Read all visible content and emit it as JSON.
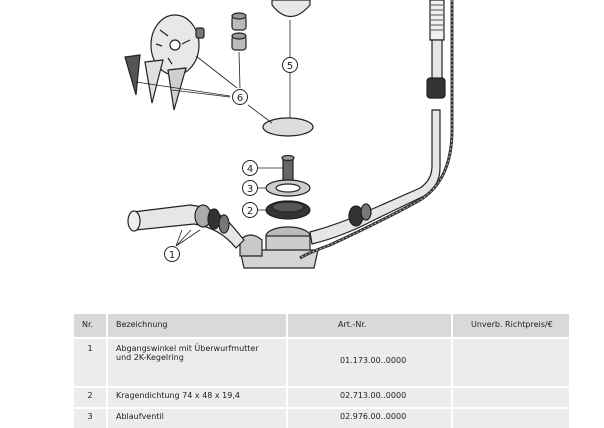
{
  "callouts": [
    "1",
    "2",
    "3",
    "4",
    "5",
    "6"
  ],
  "table": {
    "headers": [
      "Nr.",
      "Bezeichnung",
      "Art.-Nr.",
      "Unverb. Richtpreis/€"
    ],
    "rows": [
      {
        "nr": "1",
        "name_line1": "Abgangswinkel mit Überwurfmutter",
        "name_line2": "und 2K-Kegelring",
        "art": "01.173.00..0000",
        "price": ""
      },
      {
        "nr": "2",
        "name_line1": "Kragendichtung 74 x 48 x 19,4",
        "name_line2": "",
        "art": "02.713.00..0000",
        "price": ""
      },
      {
        "nr": "3",
        "name_line1": "Ablaufventil",
        "name_line2": "",
        "art": "02.976.00..0000",
        "price": ""
      }
    ]
  }
}
